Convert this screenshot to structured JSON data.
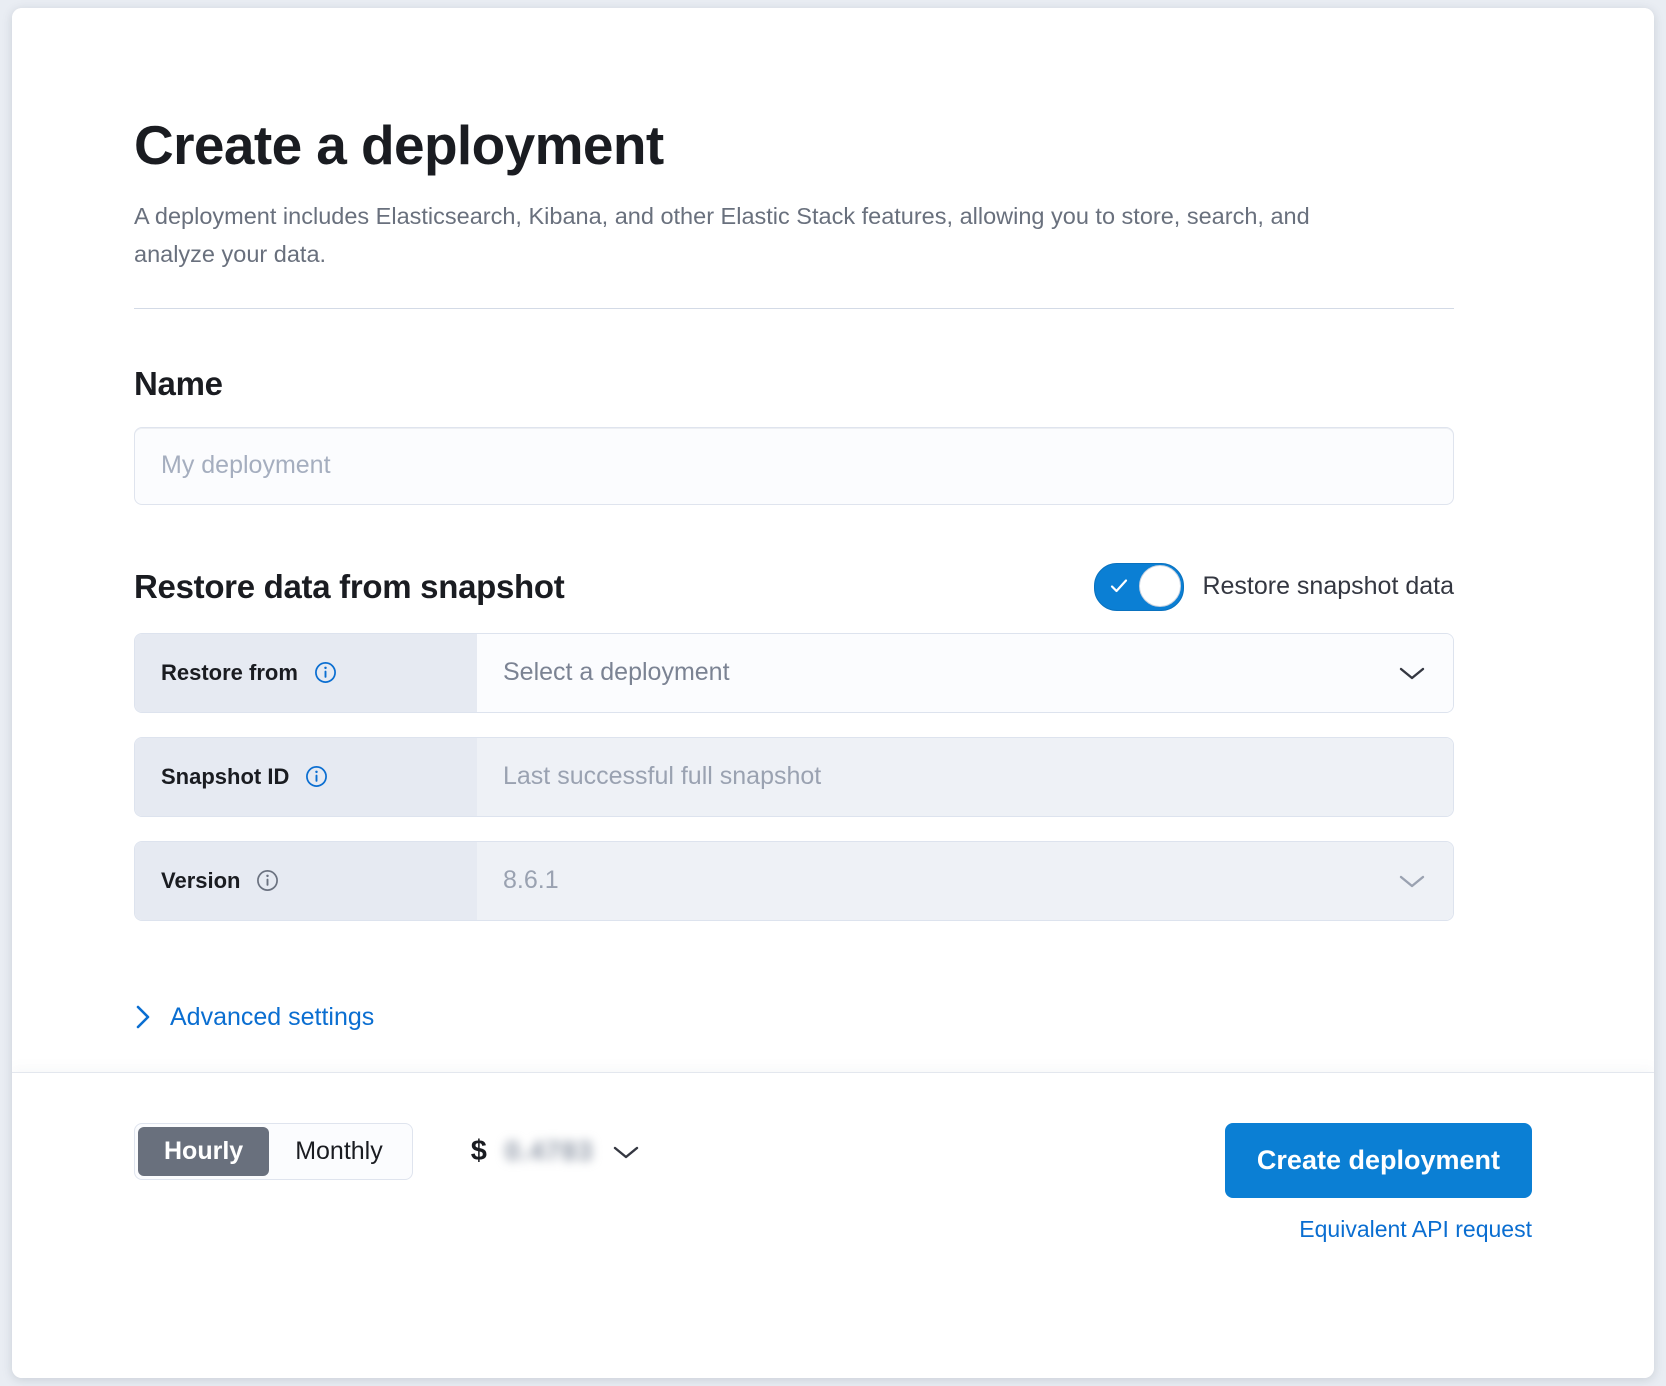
{
  "page": {
    "title": "Create a deployment",
    "description": "A deployment includes Elasticsearch, Kibana, and other Elastic Stack features, allowing you to store, search, and analyze your data."
  },
  "name_section": {
    "heading": "Name",
    "placeholder": "My deployment",
    "value": ""
  },
  "snapshot_section": {
    "heading": "Restore data from snapshot",
    "toggle_label": "Restore snapshot data",
    "toggle_on": true,
    "rows": [
      {
        "label": "Restore from",
        "value": "Select a deployment",
        "icon": "info-icon",
        "control": "dropdown",
        "disabled": false
      },
      {
        "label": "Snapshot ID",
        "value": "Last successful full snapshot",
        "icon": "info-icon",
        "control": "text",
        "disabled": true
      },
      {
        "label": "Version",
        "value": "8.6.1",
        "icon": "info-icon",
        "control": "dropdown",
        "disabled": true
      }
    ],
    "advanced_settings_label": "Advanced settings"
  },
  "footer": {
    "billing": {
      "options": [
        "Hourly",
        "Monthly"
      ],
      "selected": "Hourly"
    },
    "price": {
      "currency_symbol": "$",
      "amount": "0.4783",
      "blurred": true
    },
    "create_button_label": "Create deployment",
    "api_link_label": "Equivalent API request"
  },
  "colors": {
    "accent_blue": "#0b7fd4",
    "link_blue": "#0a6ed1",
    "label_bg": "#e6eaf2",
    "disabled_bg": "#eef1f6",
    "text_dark": "#1a1c21",
    "text_muted": "#69707d"
  }
}
